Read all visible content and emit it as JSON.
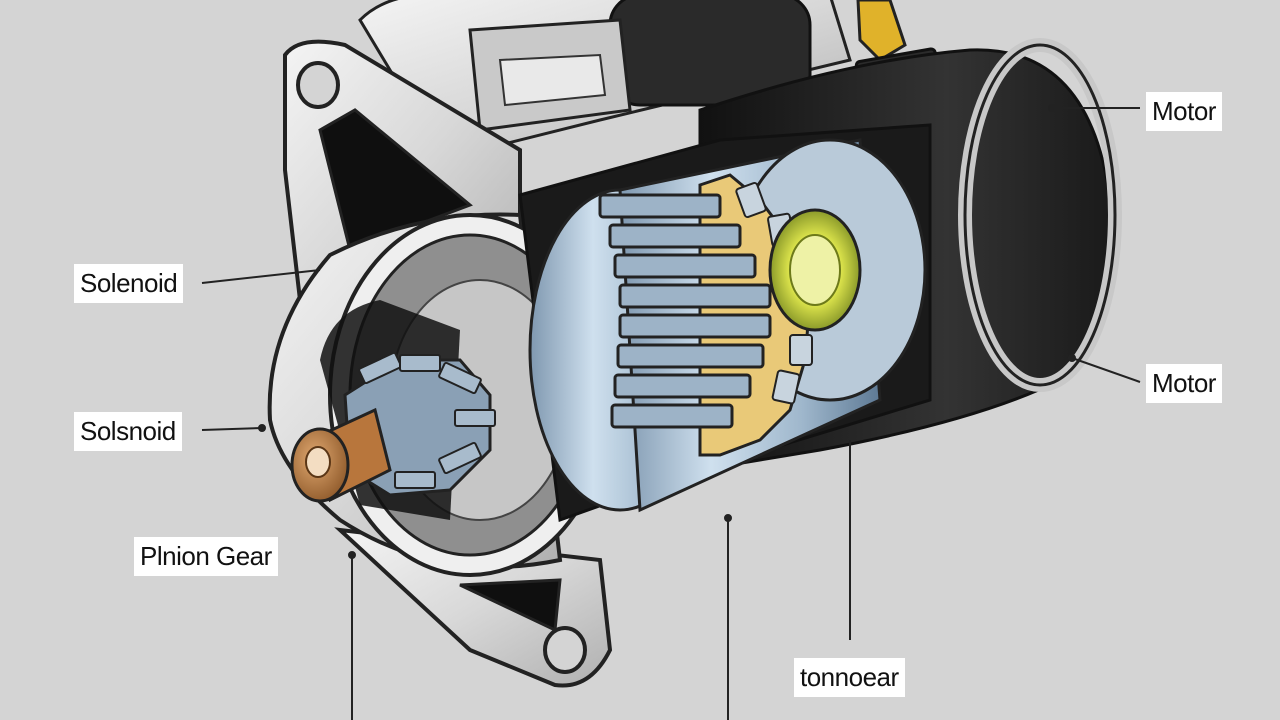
{
  "labels": {
    "motor_top": "Motor",
    "motor_right": "Motor",
    "solenoid_upper": "Solenoid",
    "solenoid_lower": "Solsnoid",
    "pinion_gear": "Plnion Gear",
    "bottom_right": "tonnoear"
  },
  "colors": {
    "background": "#d4d4d4",
    "housing_metal": "#e6e6e6",
    "motor_casing": "#222222",
    "armature_blue": "#9fb7cc",
    "bushing_copper": "#b8763c",
    "solenoid_terminal": "#e0b22a",
    "bearing_yellow": "#d8e04a"
  }
}
